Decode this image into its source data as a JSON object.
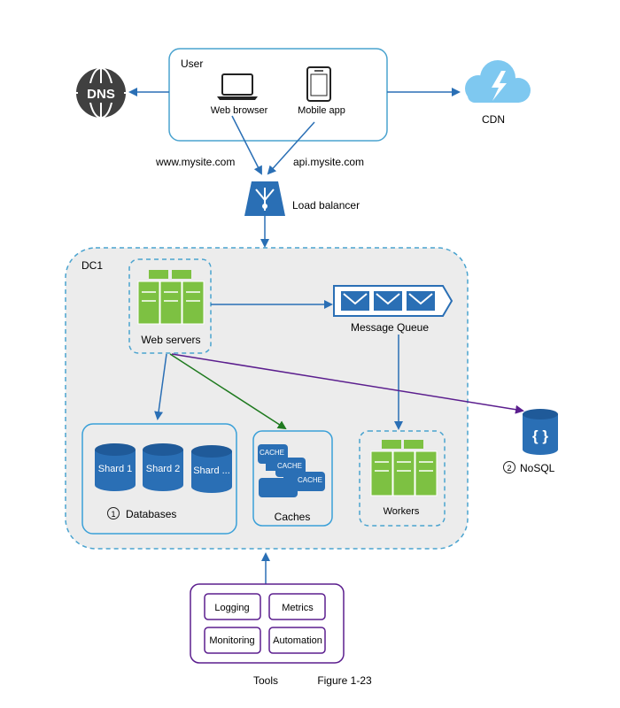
{
  "user": {
    "title": "User",
    "web_browser": "Web browser",
    "mobile_app": "Mobile app"
  },
  "dns": {
    "label": "DNS"
  },
  "cdn": {
    "label": "CDN"
  },
  "urls": {
    "web": "www.mysite.com",
    "api": "api.mysite.com"
  },
  "load_balancer": {
    "label": "Load balancer"
  },
  "dc": {
    "label": "DC1",
    "web_servers": "Web servers",
    "message_queue": "Message Queue",
    "workers": "Workers",
    "caches": {
      "label": "Caches",
      "items": [
        "CACHE",
        "CACHE",
        "CACHE"
      ]
    },
    "databases": {
      "number": "1",
      "label": "Databases",
      "shards": [
        "Shard 1",
        "Shard 2",
        "Shard ..."
      ]
    }
  },
  "nosql": {
    "number": "2",
    "label": "NoSQL",
    "icon_text": "{ }"
  },
  "tools": {
    "label": "Tools",
    "items": [
      "Logging",
      "Metrics",
      "Monitoring",
      "Automation"
    ]
  },
  "figure_caption": "Figure 1-23",
  "colors": {
    "primary_blue": "#2a6fb5",
    "light_blue": "#3aa0d8",
    "user_border": "#4aa3cf",
    "green_server": "#7dc142",
    "cdn_cloud": "#7ec8f0",
    "purple": "#5b1e8e",
    "green_arrow": "#1f7a1f",
    "dc_fill": "#ececec"
  }
}
